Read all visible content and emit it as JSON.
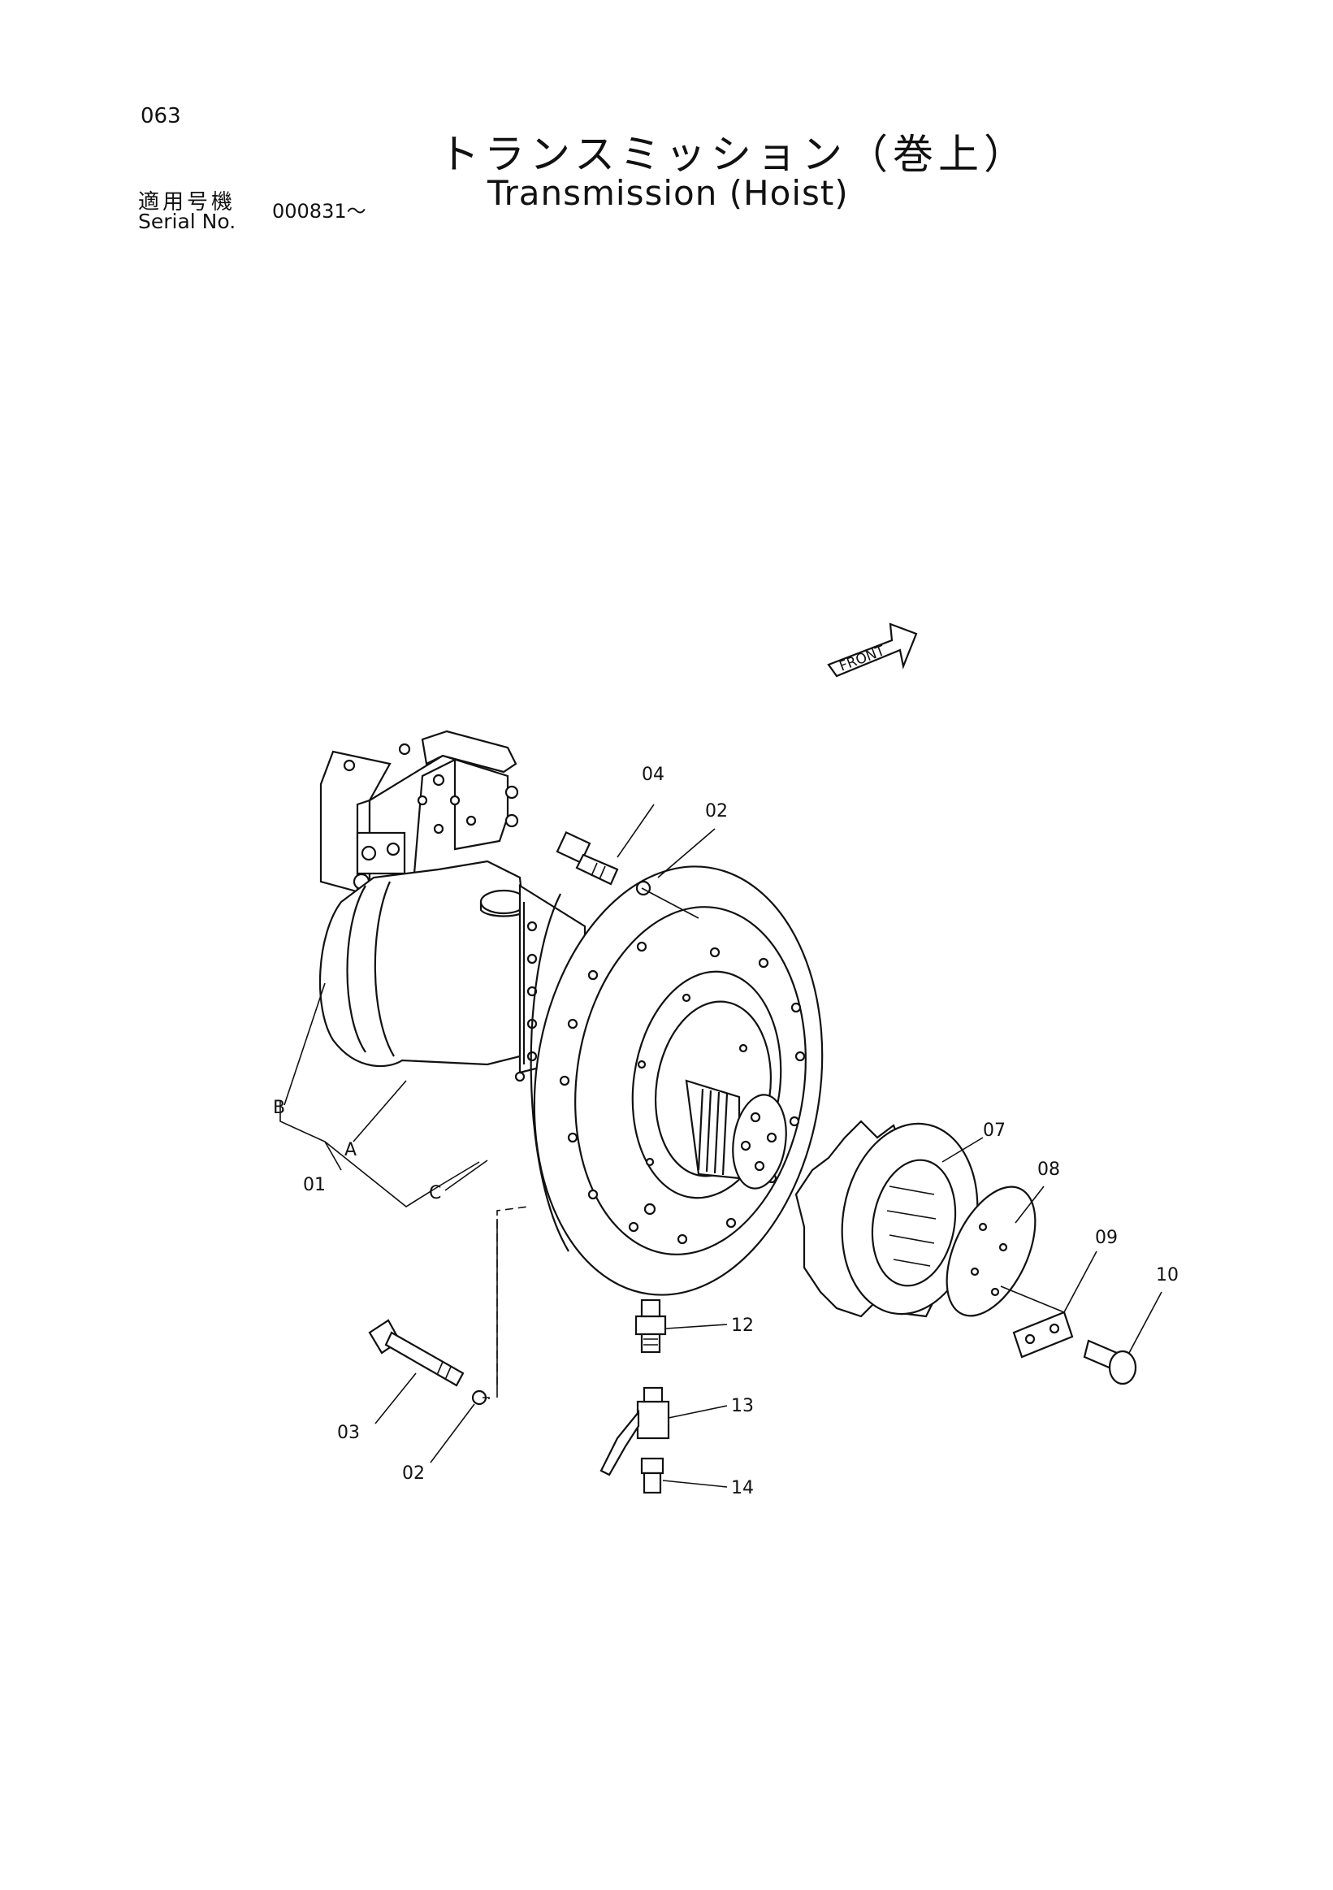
{
  "header": {
    "page_number": "063",
    "title_jp": "トランスミッション（巻上）",
    "title_en": "Transmission (Hoist)",
    "serial_label_jp": "適用号機",
    "serial_label_en": "Serial No.",
    "serial_value": "000831～"
  },
  "diagram": {
    "front_marker": "FRONT",
    "callouts": {
      "p01": "01",
      "p02a": "02",
      "p02b": "02",
      "p03": "03",
      "p04": "04",
      "p07": "07",
      "p08": "08",
      "p09": "09",
      "p10": "10",
      "p12": "12",
      "p13": "13",
      "p14": "14",
      "ref_a": "A",
      "ref_b": "B",
      "ref_c": "C"
    }
  }
}
